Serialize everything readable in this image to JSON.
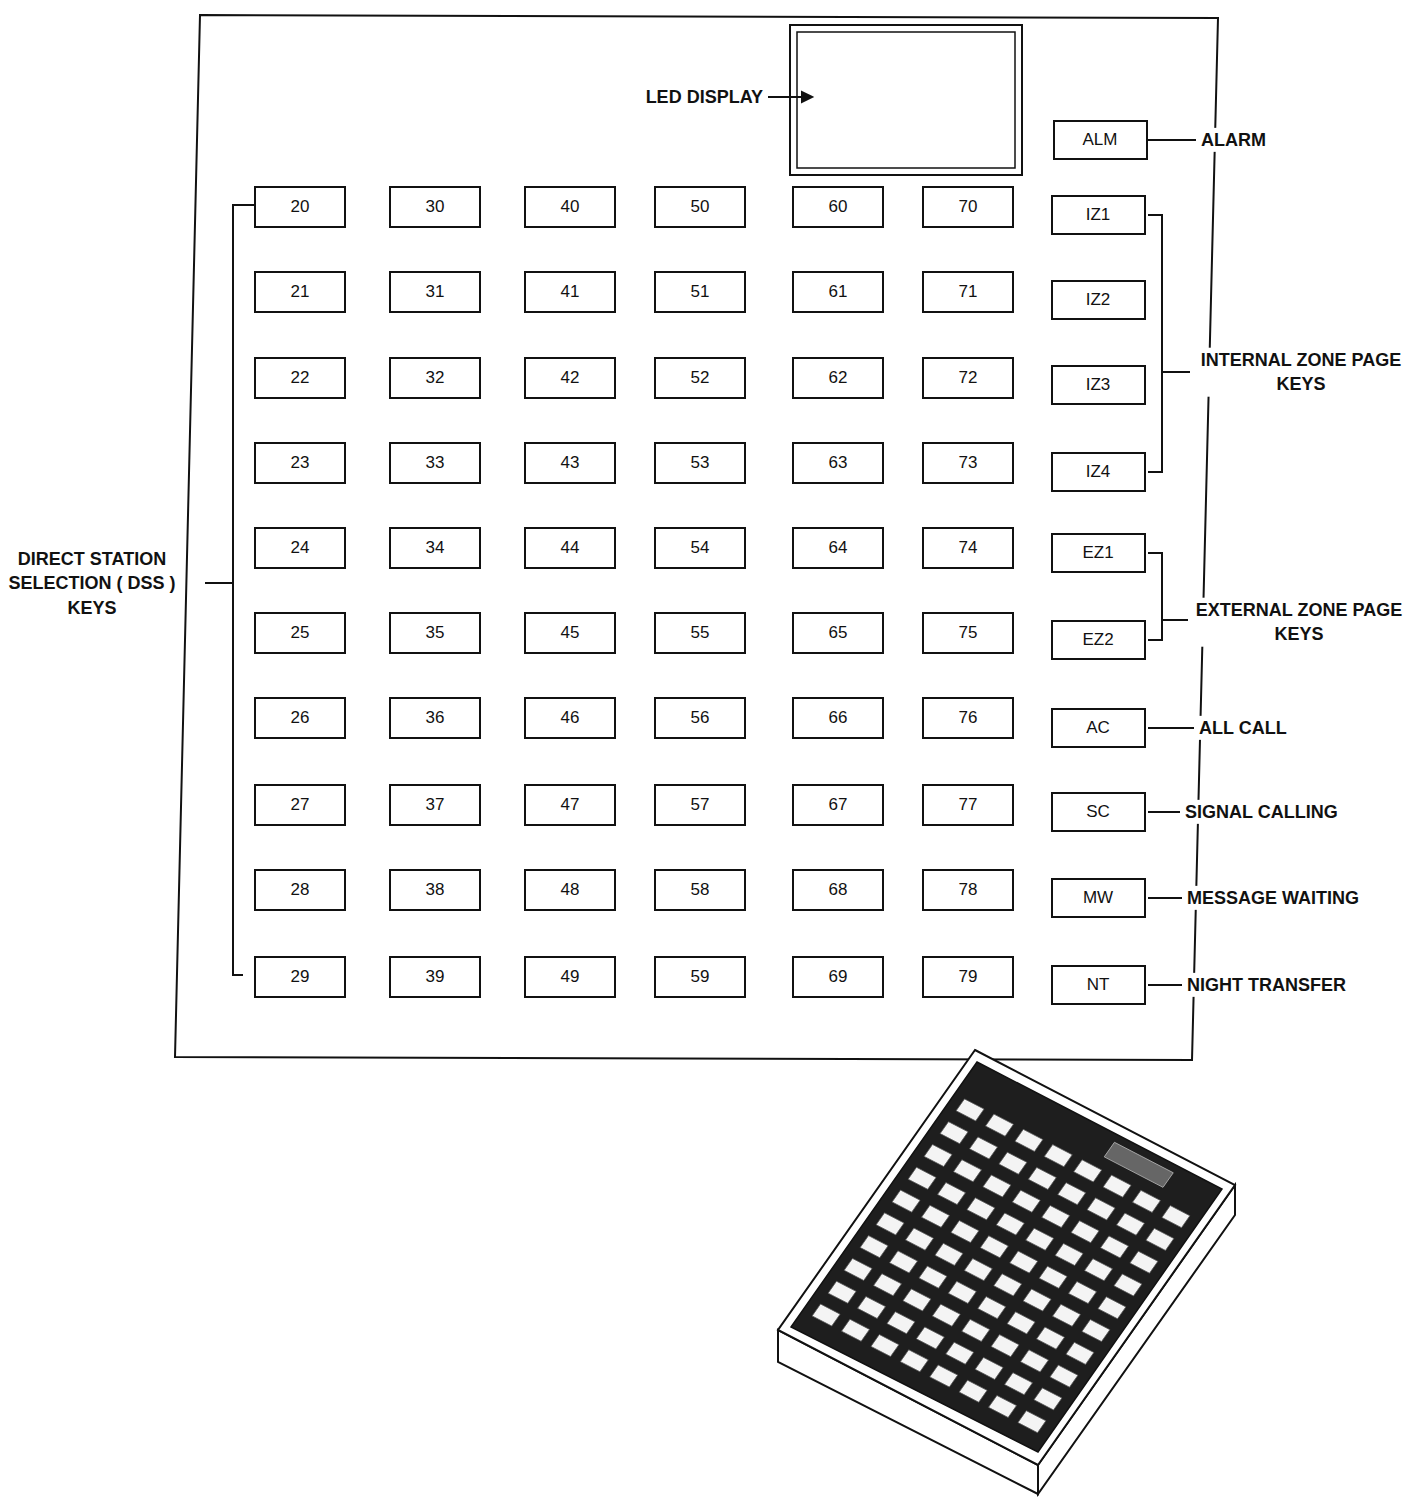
{
  "diagram": {
    "nodes": [
      {
        "text": [
          "ALM"
        ]
      },
      {
        "text": [
          "20"
        ]
      },
      {
        "text": [
          "30"
        ]
      },
      {
        "text": [
          "40"
        ]
      },
      {
        "text": [
          "50"
        ]
      },
      {
        "text": [
          "60"
        ]
      },
      {
        "text": [
          "70"
        ]
      },
      {
        "text": [
          "IZ1"
        ]
      },
      {
        "text": [
          "21"
        ]
      },
      {
        "text": [
          "31"
        ]
      },
      {
        "text": [
          "41"
        ]
      },
      {
        "text": [
          "51"
        ]
      },
      {
        "text": [
          "61"
        ]
      },
      {
        "text": [
          "71"
        ]
      },
      {
        "text": [
          "IZ2"
        ]
      },
      {
        "text": [
          "22"
        ]
      },
      {
        "text": [
          "32"
        ]
      },
      {
        "text": [
          "42"
        ]
      },
      {
        "text": [
          "52"
        ]
      },
      {
        "text": [
          "62"
        ]
      },
      {
        "text": [
          "72"
        ]
      },
      {
        "text": [
          "IZ3"
        ]
      },
      {
        "text": [
          "23"
        ]
      },
      {
        "text": [
          "33"
        ]
      },
      {
        "text": [
          "43"
        ]
      },
      {
        "text": [
          "53"
        ]
      },
      {
        "text": [
          "63"
        ]
      },
      {
        "text": [
          "73"
        ]
      },
      {
        "text": [
          "IZ4"
        ]
      },
      {
        "text": [
          "24"
        ]
      },
      {
        "text": [
          "34"
        ]
      },
      {
        "text": [
          "44"
        ]
      },
      {
        "text": [
          "54"
        ]
      },
      {
        "text": [
          "64"
        ]
      },
      {
        "text": [
          "74"
        ]
      },
      {
        "text": [
          "EZ1"
        ]
      },
      {
        "text": [
          "25"
        ]
      },
      {
        "text": [
          "35"
        ]
      },
      {
        "text": [
          "45"
        ]
      },
      {
        "text": [
          "55"
        ]
      },
      {
        "text": [
          "65"
        ]
      },
      {
        "text": [
          "75"
        ]
      },
      {
        "text": [
          "EZ2"
        ]
      },
      {
        "text": [
          "26"
        ]
      },
      {
        "text": [
          "36"
        ]
      },
      {
        "text": [
          "46"
        ]
      },
      {
        "text": [
          "56"
        ]
      },
      {
        "text": [
          "66"
        ]
      },
      {
        "text": [
          "76"
        ]
      },
      {
        "text": [
          "AC"
        ]
      },
      {
        "text": [
          "27"
        ]
      },
      {
        "text": [
          "37"
        ]
      },
      {
        "text": [
          "47"
        ]
      },
      {
        "text": [
          "57"
        ]
      },
      {
        "text": [
          "67"
        ]
      },
      {
        "text": [
          "77"
        ]
      },
      {
        "text": [
          "SC"
        ]
      },
      {
        "text": [
          "28"
        ]
      },
      {
        "text": [
          "38"
        ]
      },
      {
        "text": [
          "48"
        ]
      },
      {
        "text": [
          "58"
        ]
      },
      {
        "text": [
          "68"
        ]
      },
      {
        "text": [
          "78"
        ]
      },
      {
        "text": [
          "MW"
        ]
      },
      {
        "text": [
          "29"
        ]
      },
      {
        "text": [
          "39"
        ]
      },
      {
        "text": [
          "49"
        ]
      },
      {
        "text": [
          "59"
        ]
      },
      {
        "text": [
          "69"
        ]
      },
      {
        "text": [
          "79"
        ]
      },
      {
        "text": [
          "NT"
        ]
      }
    ],
    "labels": [
      "LED DISPLAY",
      "ALARM",
      "INTERNAL ZONE PAGE KEYS",
      "DIRECT STATION SELECTION ( DSS ) KEYS",
      "EXTERNAL ZONE PAGE KEYS",
      "ALL CALL",
      "SIGNAL CALLING",
      "MESSAGE WAITING",
      "NIGHT TRANSFER"
    ]
  }
}
